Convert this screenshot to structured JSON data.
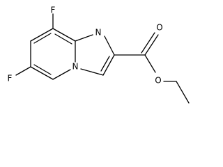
{
  "structure": {
    "atoms": {
      "F_top": "F",
      "F_left": "F",
      "N_imine": "N",
      "N_bridge": "N",
      "O_carbonyl": "O",
      "O_ester": "O"
    }
  },
  "colors": {
    "bond": "#000000",
    "label": "#000000",
    "background": "#ffffff"
  }
}
